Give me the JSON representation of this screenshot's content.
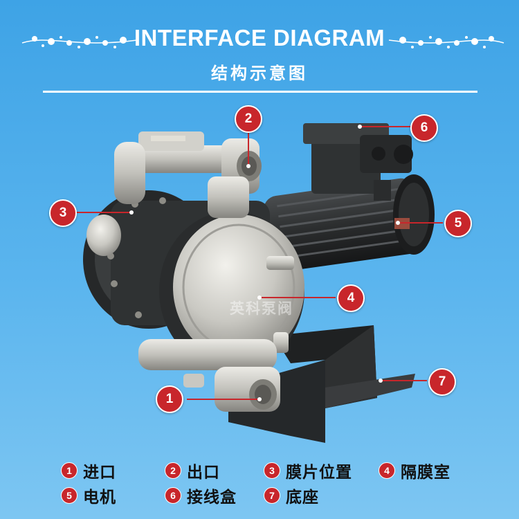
{
  "header": {
    "title_en": "INTERFACE DIAGRAM",
    "title_cn": "结构示意图"
  },
  "watermark": "英科泵阀",
  "callouts": [
    {
      "num": "1"
    },
    {
      "num": "2"
    },
    {
      "num": "3"
    },
    {
      "num": "4"
    },
    {
      "num": "5"
    },
    {
      "num": "6"
    },
    {
      "num": "7"
    }
  ],
  "legend": [
    {
      "num": "1",
      "label": "进口"
    },
    {
      "num": "2",
      "label": "出口"
    },
    {
      "num": "3",
      "label": "膜片位置"
    },
    {
      "num": "4",
      "label": "隔膜室"
    },
    {
      "num": "5",
      "label": "电机"
    },
    {
      "num": "6",
      "label": "接线盒"
    },
    {
      "num": "7",
      "label": "底座"
    }
  ],
  "colors": {
    "background": "#4aaae9",
    "callout": "#c8262b",
    "rule": "#ffffff",
    "stainless": "#c9c8c2",
    "motor": "#2b2d2e"
  },
  "icons": [
    "flower-vine-icon"
  ]
}
